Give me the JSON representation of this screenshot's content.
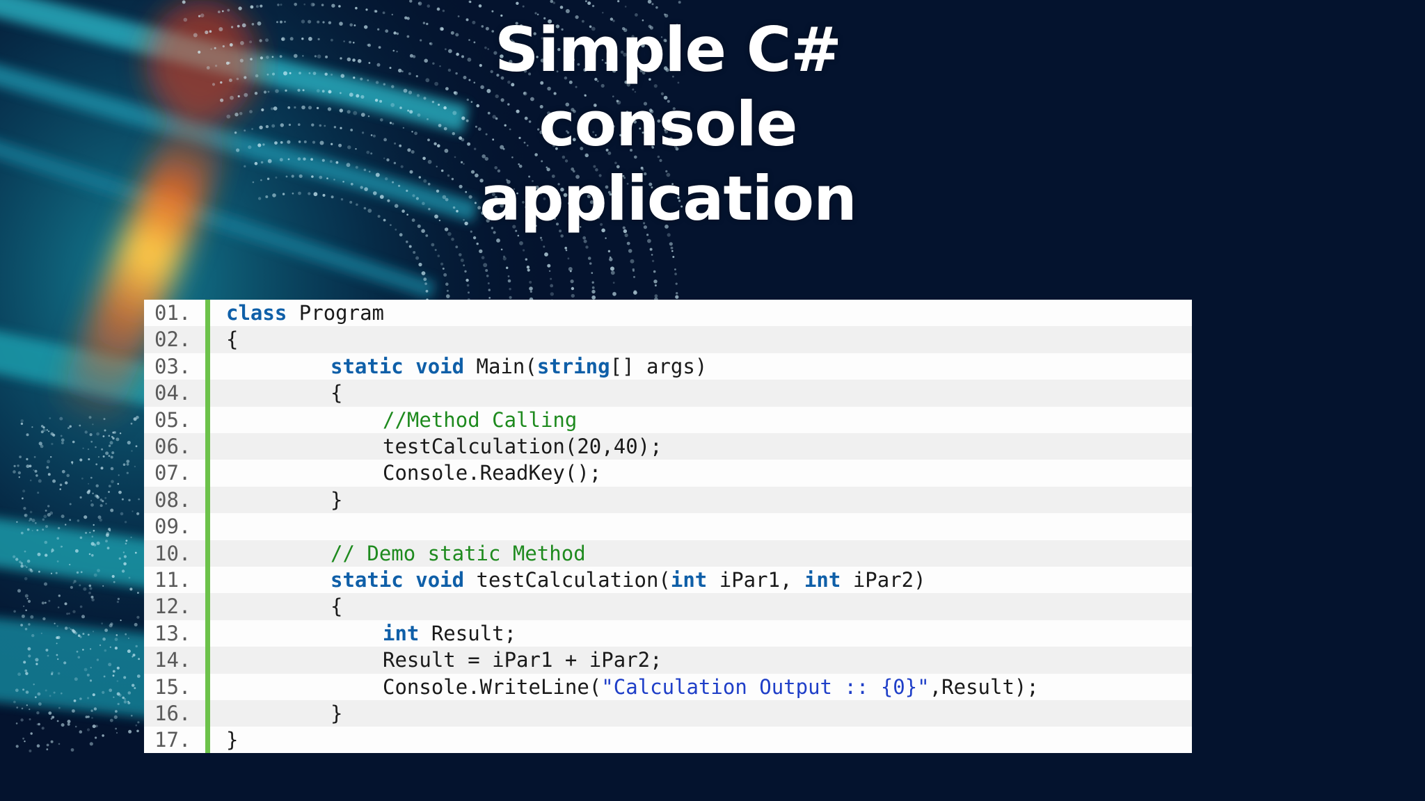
{
  "slide": {
    "title_lines": [
      "Simple C#",
      "console",
      "application"
    ]
  },
  "colors": {
    "background": "#04132e",
    "keyword": "#0f5fa8",
    "comment": "#1e8a1e",
    "string": "#1f3fc8",
    "gutter_accent": "#6cc24a"
  },
  "code_listing": {
    "language": "C#",
    "lines": [
      {
        "num": "01.",
        "indent": 0,
        "tokens": [
          {
            "t": "kw",
            "v": "class"
          },
          {
            "t": "p",
            "v": " Program"
          }
        ]
      },
      {
        "num": "02.",
        "indent": 0,
        "tokens": [
          {
            "t": "p",
            "v": "{"
          }
        ]
      },
      {
        "num": "03.",
        "indent": 1,
        "tokens": [
          {
            "t": "kw",
            "v": "static"
          },
          {
            "t": "p",
            "v": " "
          },
          {
            "t": "kw",
            "v": "void"
          },
          {
            "t": "p",
            "v": " Main("
          },
          {
            "t": "kw",
            "v": "string"
          },
          {
            "t": "p",
            "v": "[] args)"
          }
        ]
      },
      {
        "num": "04.",
        "indent": 1,
        "tokens": [
          {
            "t": "p",
            "v": "{"
          }
        ]
      },
      {
        "num": "05.",
        "indent": 2,
        "tokens": [
          {
            "t": "cm",
            "v": "//Method Calling"
          }
        ]
      },
      {
        "num": "06.",
        "indent": 2,
        "tokens": [
          {
            "t": "p",
            "v": "testCalculation(20,40);"
          }
        ]
      },
      {
        "num": "07.",
        "indent": 2,
        "tokens": [
          {
            "t": "p",
            "v": "Console.ReadKey();"
          }
        ]
      },
      {
        "num": "08.",
        "indent": 1,
        "tokens": [
          {
            "t": "p",
            "v": "}"
          }
        ]
      },
      {
        "num": "09.",
        "indent": 0,
        "tokens": []
      },
      {
        "num": "10.",
        "indent": 1,
        "tokens": [
          {
            "t": "cm",
            "v": "// Demo static Method"
          }
        ]
      },
      {
        "num": "11.",
        "indent": 1,
        "tokens": [
          {
            "t": "kw",
            "v": "static"
          },
          {
            "t": "p",
            "v": " "
          },
          {
            "t": "kw",
            "v": "void"
          },
          {
            "t": "p",
            "v": " testCalculation("
          },
          {
            "t": "kw",
            "v": "int"
          },
          {
            "t": "p",
            "v": " iPar1, "
          },
          {
            "t": "kw",
            "v": "int"
          },
          {
            "t": "p",
            "v": " iPar2)"
          }
        ]
      },
      {
        "num": "12.",
        "indent": 1,
        "tokens": [
          {
            "t": "p",
            "v": "{"
          }
        ]
      },
      {
        "num": "13.",
        "indent": 2,
        "tokens": [
          {
            "t": "kw",
            "v": "int"
          },
          {
            "t": "p",
            "v": " Result;"
          }
        ]
      },
      {
        "num": "14.",
        "indent": 2,
        "tokens": [
          {
            "t": "p",
            "v": "Result = iPar1 + iPar2;"
          }
        ]
      },
      {
        "num": "15.",
        "indent": 2,
        "tokens": [
          {
            "t": "p",
            "v": "Console.WriteLine("
          },
          {
            "t": "str",
            "v": "\"Calculation Output :: {0}\""
          },
          {
            "t": "p",
            "v": ",Result);"
          }
        ]
      },
      {
        "num": "16.",
        "indent": 1,
        "tokens": [
          {
            "t": "p",
            "v": "}"
          }
        ]
      },
      {
        "num": "17.",
        "indent": 0,
        "tokens": [
          {
            "t": "p",
            "v": "}"
          }
        ]
      }
    ]
  }
}
